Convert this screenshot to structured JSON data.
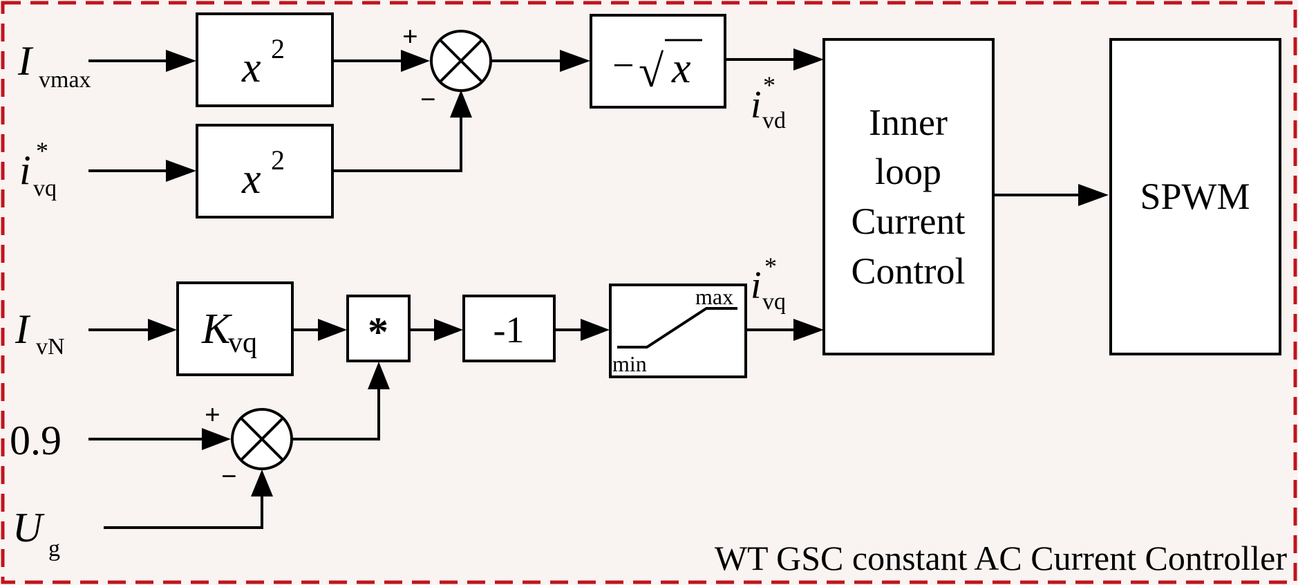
{
  "colors": {
    "background": "#f9f3f2",
    "frame": "#c0141c",
    "line": "#000000",
    "block_fill": "#ffffff"
  },
  "inputs": {
    "i_vmax": {
      "main": "I",
      "sub": "vmax"
    },
    "i_vq_ref": {
      "main": "i",
      "sup": "*",
      "sub": "vq"
    },
    "i_vn": {
      "main": "I",
      "sub": "vN"
    },
    "const": {
      "main": "0.9"
    },
    "u_g": {
      "main": "U",
      "sub": "g"
    }
  },
  "blocks": {
    "square_1": {
      "base": "x",
      "exp": "2"
    },
    "square_2": {
      "base": "x",
      "exp": "2"
    },
    "neg_sqrt": {
      "minus": "−",
      "radical": "√",
      "var": "x"
    },
    "gain_kvq": {
      "main": "K",
      "sub": "vq"
    },
    "multiply": {
      "label": "*"
    },
    "neg_one": {
      "label": "-1"
    },
    "limiter": {
      "max": "max",
      "min": "min"
    },
    "inner_loop": {
      "lines": [
        "Inner",
        "loop",
        "Current",
        "Control"
      ]
    },
    "spwm": {
      "label": "SPWM"
    }
  },
  "summers": {
    "top": {
      "plus": "+",
      "minus": "−"
    },
    "bottom": {
      "plus": "+",
      "minus": "−"
    }
  },
  "signals": {
    "i_vd_ref": {
      "main": "i",
      "sup": "*",
      "sub": "vd"
    },
    "i_vq_ref_out": {
      "main": "i",
      "sup": "*",
      "sub": "vq"
    }
  },
  "caption": "WT GSC constant AC Current Controller"
}
